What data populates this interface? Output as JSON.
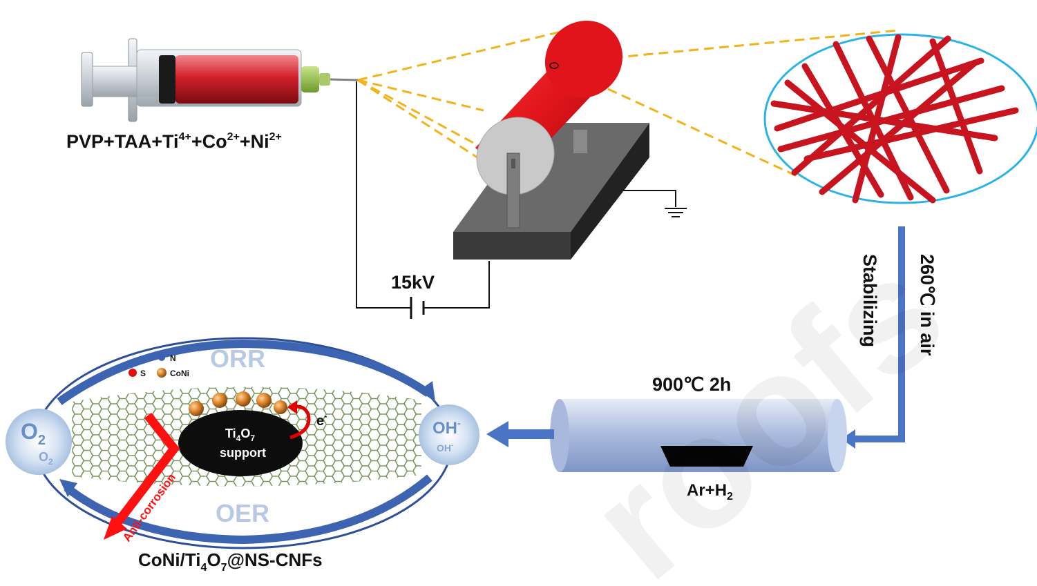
{
  "labels": {
    "precursor": "PVP+TAA+Ti",
    "precursor_ti_sup": "4+",
    "precursor_co": "+Co",
    "precursor_co_sup": "2+",
    "precursor_ni": "+Ni",
    "precursor_ni_sup": "2+",
    "voltage": "15kV",
    "stabilizing": "Stabilizing",
    "stabilizing_temp": "260℃ in air",
    "calcination": "900℃ 2h",
    "atmosphere": "Ar+H",
    "atmosphere_sub": "2",
    "orr": "ORR",
    "oer": "OER",
    "o2": "O",
    "o2_sub": "2",
    "o2_small": "O",
    "o2_small_sub": "2",
    "oh": "OH",
    "oh_sup": "-",
    "oh_small": "OH",
    "oh_small_sup": "-",
    "electron": "e",
    "electron_sup": "-",
    "support_ti": "Ti",
    "support_ti_sub": "4",
    "support_o": "O",
    "support_o_sub": "7",
    "support_word": "support",
    "anticorrosion": "Anti-corrosion",
    "legend_n": "N",
    "legend_s": "S",
    "legend_coni": "CoNi",
    "product": "CoNi/Ti",
    "product_sub4": "4",
    "product_o": "O",
    "product_sub7": "7",
    "product_rest": "@NS-CNFs",
    "watermark": "roofs"
  },
  "colors": {
    "fiber_red": "#c8141e",
    "drum_red": "#e01a1f",
    "arrow_blue": "#4a74c4",
    "cycle_blue": "#3d64b0",
    "dashed_orange": "#f2b21a",
    "ellipse_border": "#2ab3e6",
    "base_dark": "#3a3a3a",
    "graphene_green": "#6b8a4a"
  }
}
